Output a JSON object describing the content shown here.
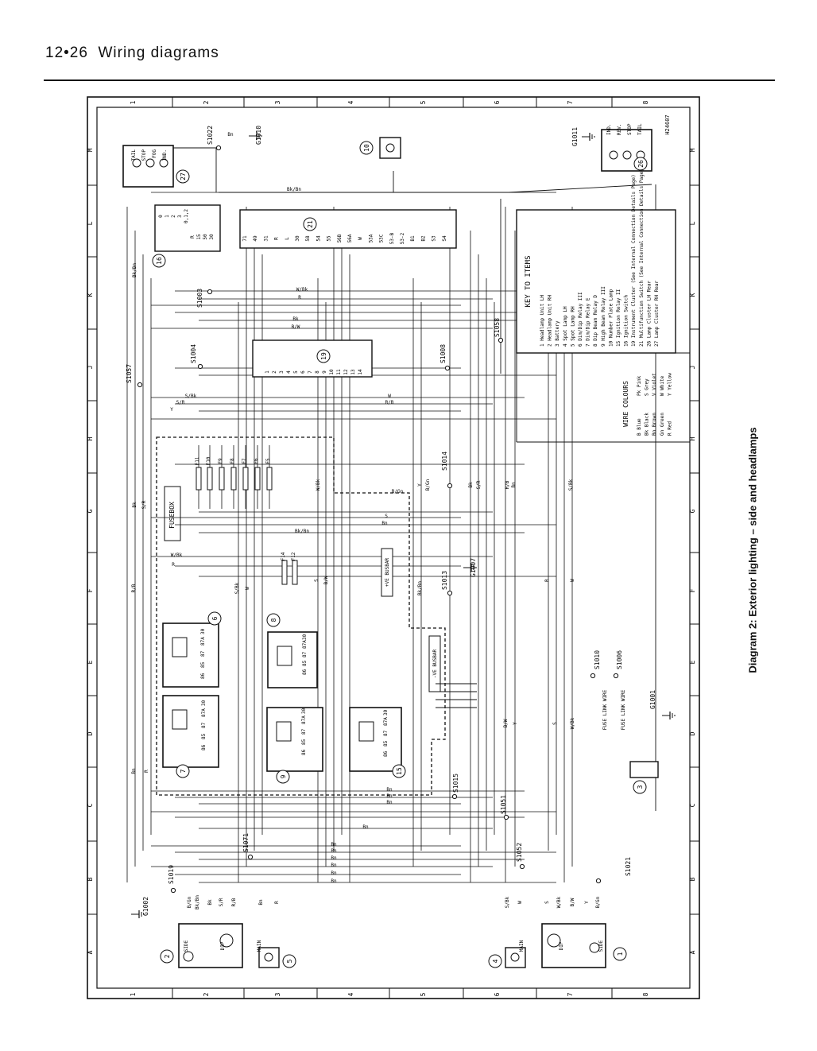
{
  "header": {
    "page": "12•26",
    "section": "Wiring diagrams"
  },
  "caption": "Diagram 2: Exterior lighting – side and headlamps",
  "ref": "H24607",
  "grid": {
    "cols": [
      "1",
      "2",
      "3",
      "4",
      "5",
      "6",
      "7",
      "8"
    ],
    "rows": [
      "M",
      "L",
      "K",
      "J",
      "H",
      "G",
      "F",
      "E",
      "D",
      "C",
      "B",
      "A"
    ]
  },
  "key": {
    "title": "KEY TO ITEMS",
    "items": [
      "1  Headlamp Unit LH",
      "2  Headlamp Unit RH",
      "3  Battery",
      "4  Spot Lamp LH",
      "5  Spot Lamp RH",
      "6  Dim/Dip Relay III",
      "7  Dim/Dip Relay E",
      "8  Dip Beam Relay D",
      "9  High Beam Relay III",
      "10 Number Plate Lamp",
      "15 Ignition Relay II",
      "16 Ignition Switch",
      "19 Instrument Cluster (See Internal Connection Details Page)",
      "21 Multifunction Switch (See Internal Connection Details Page)",
      "26 Lamp Cluster LH Rear",
      "27 Lamp Cluster RH Rear"
    ]
  },
  "wire_colours": {
    "title": "WIRE COLOURS",
    "left": [
      "B   Blue",
      "Bk  Black",
      "Bn  Brown",
      "Gn  Green",
      "R   Red"
    ],
    "right": [
      "Pk  Pink",
      "S   Grey",
      "V   Violet",
      "W   White",
      "Y   Yellow"
    ]
  },
  "labels": {
    "fusebox": "FUSEBOX",
    "ve_pos": "+VE BUSBAR",
    "ve_neg": "-VE BUSBAR",
    "fuse_link": "FUSE LINK WIRE"
  },
  "splices": [
    "S1022",
    "S1003",
    "S1004",
    "S1057",
    "S1058",
    "S1008",
    "S1014",
    "S1013",
    "S1010",
    "S1006",
    "S1015",
    "S1051",
    "S1052",
    "S1021",
    "S1071",
    "S1019"
  ],
  "grounds": [
    "G1010",
    "G1011",
    "G1007",
    "G1001",
    "G1002"
  ],
  "wires": [
    "Bn",
    "Bk/Bn",
    "W/Bk",
    "R",
    "Bk",
    "B/W",
    "S/Bk",
    "S/R",
    "Y",
    "W",
    "R/B",
    "B/Gn",
    "S"
  ],
  "item_numbers": [
    "1",
    "2",
    "3",
    "4",
    "5",
    "6",
    "7",
    "8",
    "9",
    "10",
    "15",
    "16",
    "19",
    "21",
    "26",
    "27"
  ],
  "lamp_labels": {
    "rear_rh": [
      "TAIL",
      "STOP",
      "FOG",
      "IND."
    ],
    "rear_lh": [
      "IND.",
      "REV.",
      "STOP",
      "TAIL"
    ],
    "head_rh": [
      "SIDE",
      "DIP",
      "MAIN"
    ],
    "head_lh": [
      "SIDE",
      "DIP",
      "MAIN"
    ]
  },
  "fuses": [
    "F11",
    "F10",
    "F9",
    "F8",
    "F7",
    "F6",
    "F5",
    "F14",
    "F12"
  ],
  "relay_pins": [
    "30",
    "87A",
    "87",
    "85",
    "86"
  ],
  "ignition_switch": [
    "0",
    "1",
    "2",
    "3",
    "0,1,2",
    "R",
    "15",
    "50",
    "30"
  ],
  "mfs_pins": [
    "71",
    "49",
    "31",
    "R",
    "L",
    "30",
    "58",
    "54",
    "55",
    "56B",
    "56A",
    "W",
    "53A",
    "53C",
    "53-B",
    "53-2",
    "B1",
    "B2",
    "S3",
    "S4"
  ],
  "cluster_pins": [
    "1",
    "2",
    "3",
    "4",
    "5",
    "6",
    "7",
    "8",
    "9",
    "10",
    "11",
    "12",
    "13",
    "14"
  ]
}
